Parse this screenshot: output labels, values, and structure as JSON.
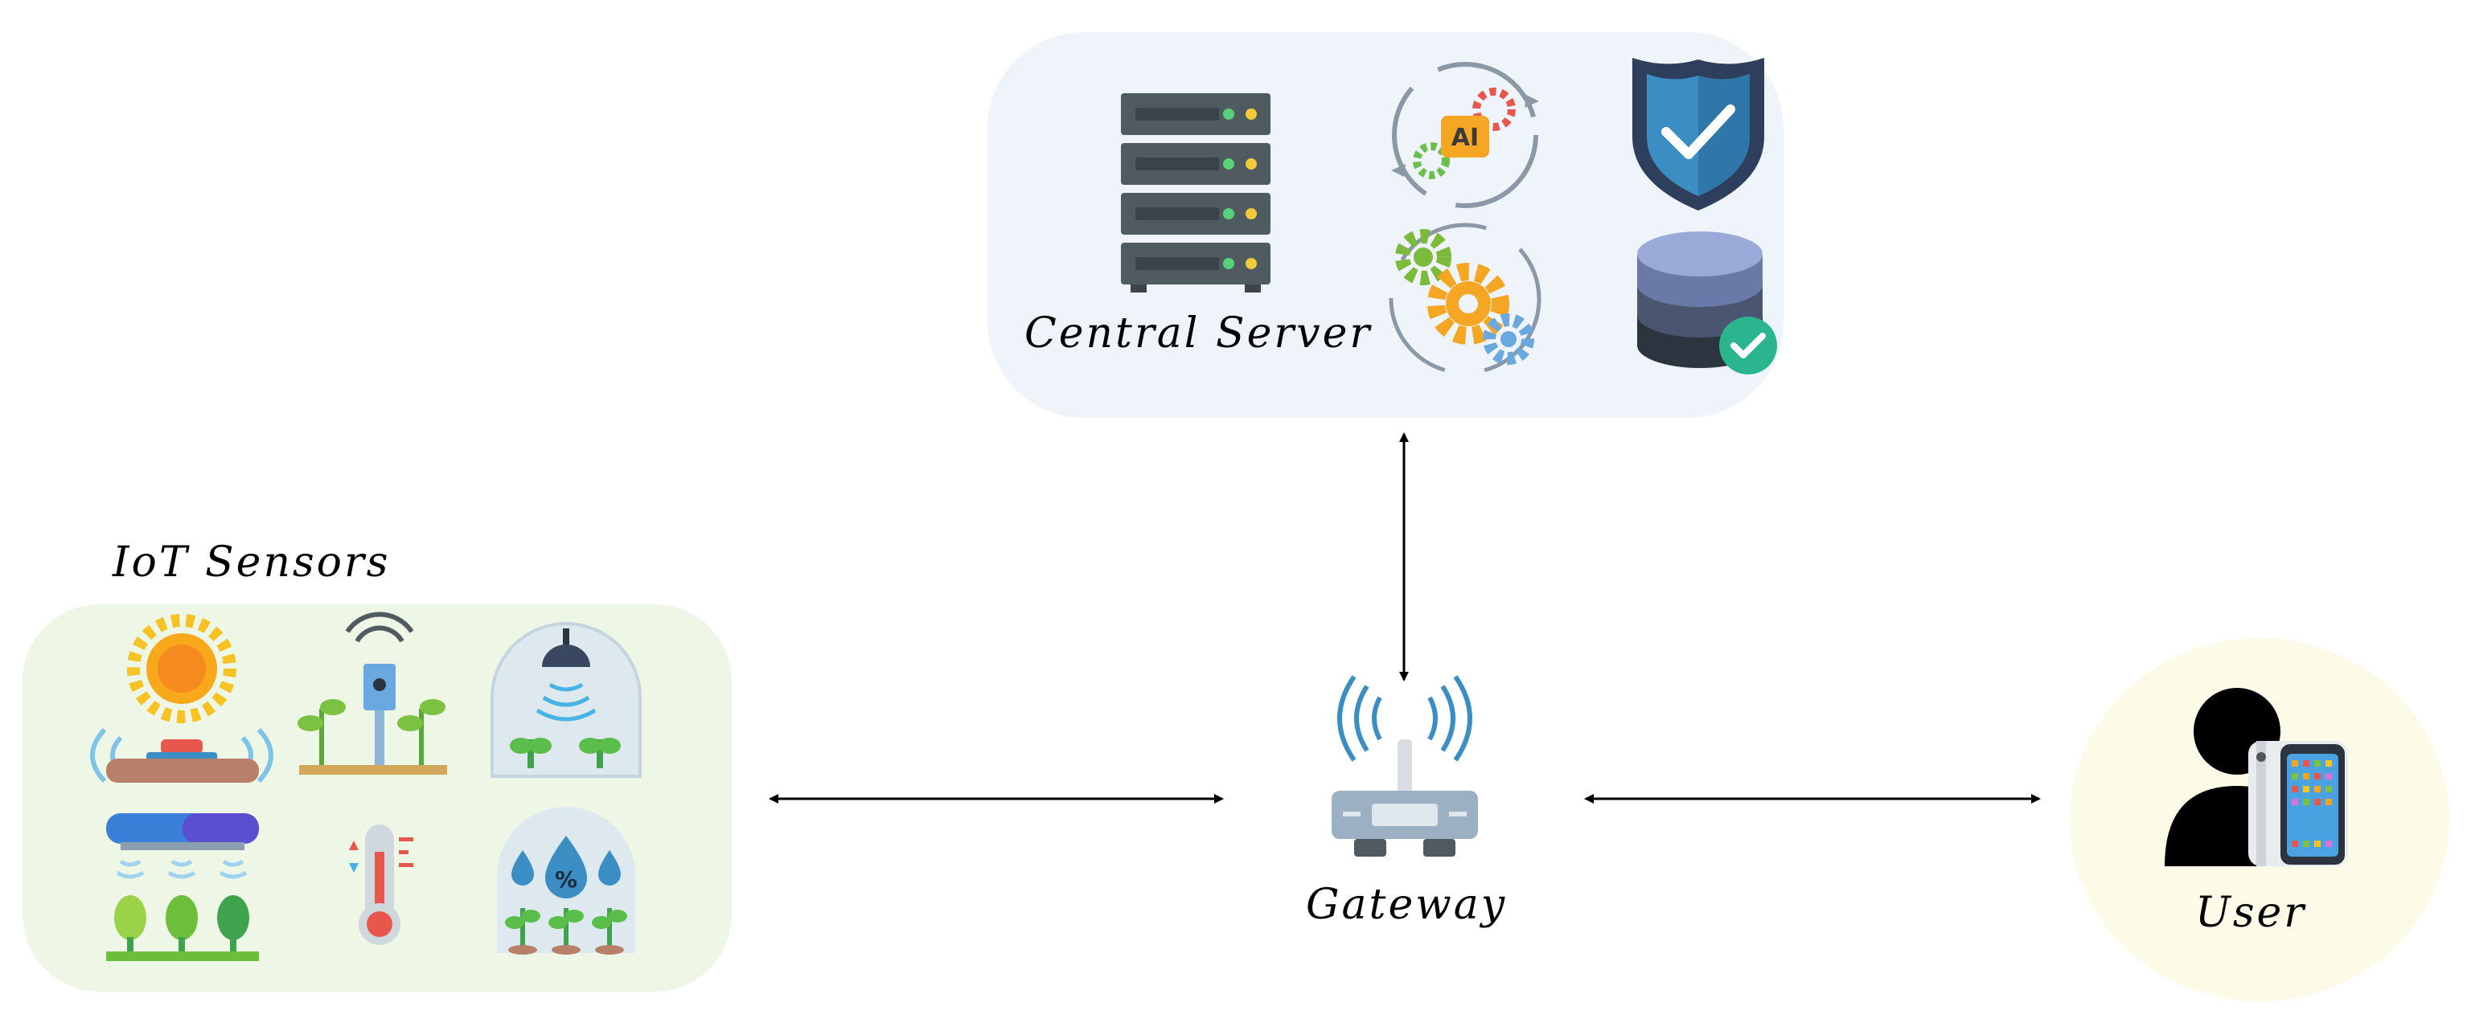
{
  "nodes": {
    "central_server": {
      "label": "Central Server"
    },
    "iot_sensors": {
      "label": "IoT Sensors"
    },
    "gateway": {
      "label": "Gateway"
    },
    "user": {
      "label": "User"
    }
  },
  "icons": {
    "server": [
      "server-rack-icon",
      "ai-cycle-icon",
      "security-shield-icon",
      "gears-process-icon",
      "database-check-icon"
    ],
    "sensors": [
      "solar-sensor-icon",
      "wireless-soil-probe-icon",
      "greenhouse-lamp-icon",
      "irrigation-sprinkler-icon",
      "thermometer-icon",
      "humidity-greenhouse-icon"
    ],
    "gateway": [
      "wifi-router-icon"
    ],
    "user": [
      "user-smartphone-icon"
    ]
  },
  "connections": [
    {
      "from": "central_server",
      "to": "gateway",
      "direction": "bidirectional"
    },
    {
      "from": "iot_sensors",
      "to": "gateway",
      "direction": "bidirectional"
    },
    {
      "from": "gateway",
      "to": "user",
      "direction": "bidirectional"
    }
  ],
  "colors": {
    "server_panel": "#eef4fa",
    "sensor_panel": "#eef6e6",
    "user_panel": "#fbfbe8",
    "arrow": "#000000"
  }
}
